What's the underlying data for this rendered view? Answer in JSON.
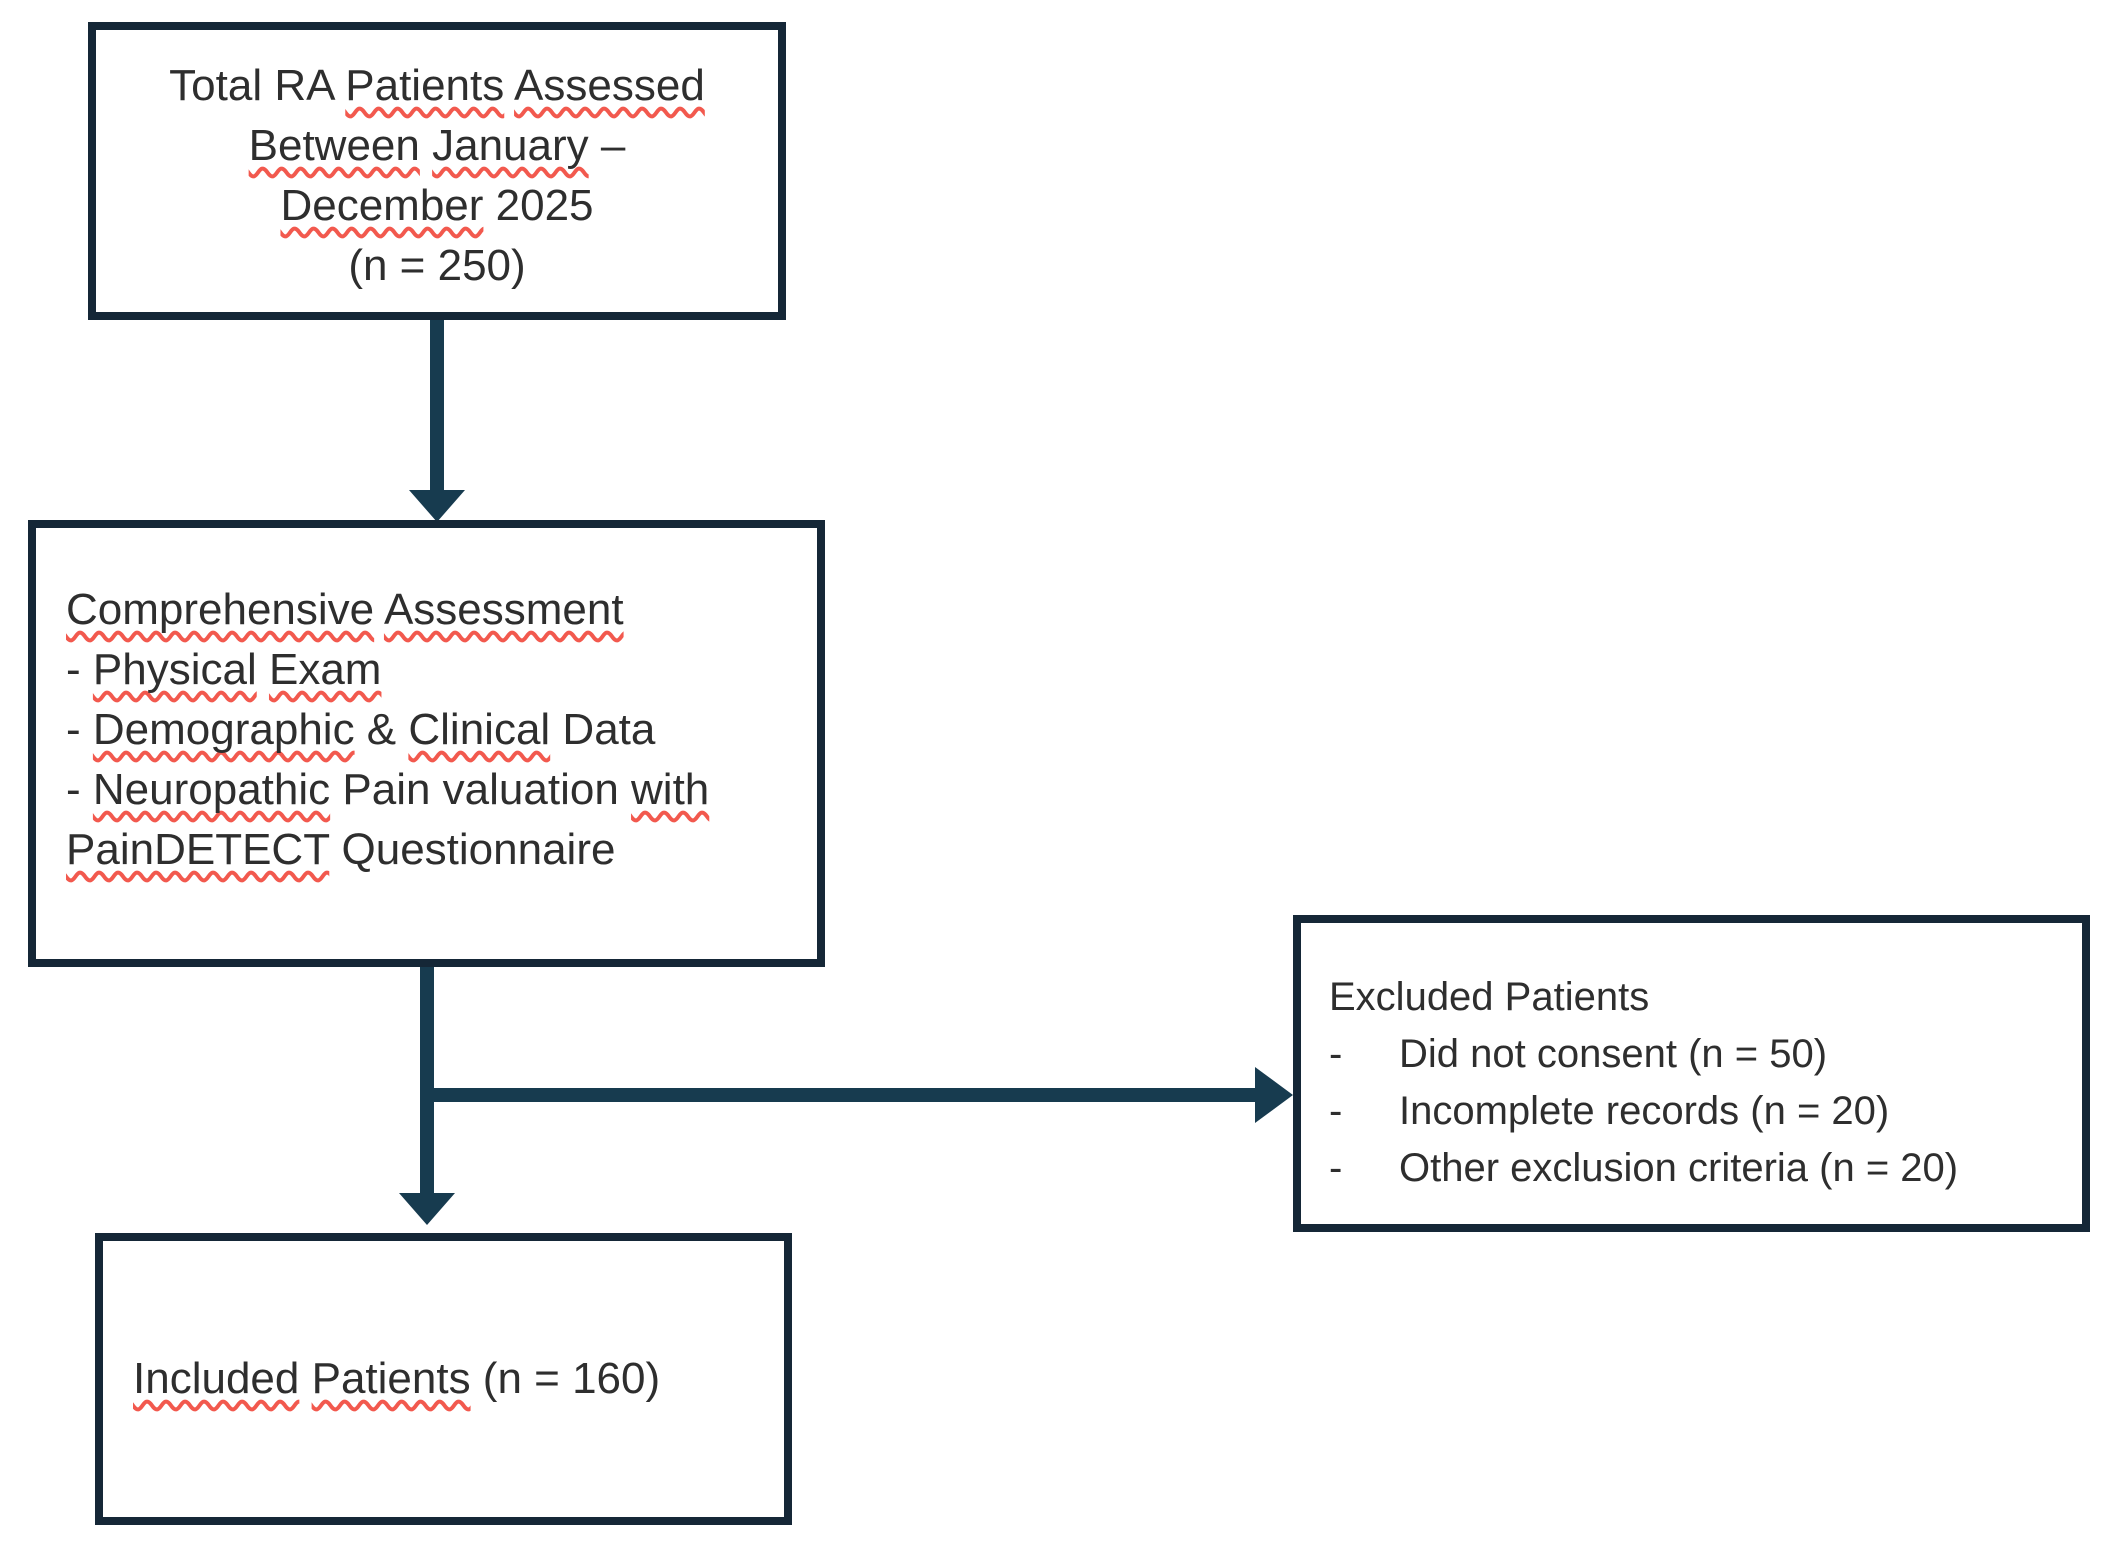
{
  "diagram": {
    "type": "flowchart",
    "description": "RA patient recruitment flow diagram",
    "colors": {
      "background": "#ffffff",
      "box_border": "#152737",
      "arrow": "#173b4f",
      "text": "#2e2e2e",
      "spellcheck_underline": "#f2594e"
    },
    "boxes": {
      "total": {
        "lines": [
          [
            {
              "text": "Total RA ",
              "misspelled": false
            },
            {
              "text": "Patients",
              "misspelled": true
            },
            {
              "text": " ",
              "misspelled": false
            },
            {
              "text": "Assessed",
              "misspelled": true
            }
          ],
          [
            {
              "text": "Between",
              "misspelled": true
            },
            {
              "text": " ",
              "misspelled": false
            },
            {
              "text": "January",
              "misspelled": true
            },
            {
              "text": " –",
              "misspelled": false
            }
          ],
          [
            {
              "text": "December",
              "misspelled": true
            },
            {
              "text": " 2025",
              "misspelled": false
            }
          ],
          [
            {
              "text": "(n = 250)",
              "misspelled": false
            }
          ]
        ]
      },
      "assessment": {
        "lines": [
          [
            {
              "text": "Comprehensive",
              "misspelled": true
            },
            {
              "text": " ",
              "misspelled": false
            },
            {
              "text": "Assessment",
              "misspelled": true
            }
          ],
          [
            {
              "text": "- ",
              "misspelled": false
            },
            {
              "text": "Physical",
              "misspelled": true
            },
            {
              "text": " ",
              "misspelled": false
            },
            {
              "text": "Exam",
              "misspelled": true
            }
          ],
          [
            {
              "text": "- ",
              "misspelled": false
            },
            {
              "text": "Demographic",
              "misspelled": true
            },
            {
              "text": " & ",
              "misspelled": false
            },
            {
              "text": "Clinical",
              "misspelled": true
            },
            {
              "text": " Data",
              "misspelled": false
            }
          ],
          [
            {
              "text": "- ",
              "misspelled": false
            },
            {
              "text": "Neuropathic",
              "misspelled": true
            },
            {
              "text": " Pain valuation ",
              "misspelled": false
            },
            {
              "text": "with",
              "misspelled": true
            }
          ],
          [
            {
              "text": "PainDETECT",
              "misspelled": true
            },
            {
              "text": " Questionnaire",
              "misspelled": false
            }
          ]
        ]
      },
      "excluded": {
        "header": "Excluded Patients",
        "items": [
          {
            "bullet": "-",
            "text": "Did not consent (n = 50)"
          },
          {
            "bullet": "-",
            "text": "Incomplete records (n = 20)"
          },
          {
            "bullet": "-",
            "text": "Other exclusion criteria (n = 20)"
          }
        ]
      },
      "included": {
        "lines": [
          [
            {
              "text": "Included",
              "misspelled": true
            },
            {
              "text": " ",
              "misspelled": false
            },
            {
              "text": "Patients",
              "misspelled": true
            },
            {
              "text": " (n = 160)",
              "misspelled": false
            }
          ]
        ]
      }
    }
  }
}
